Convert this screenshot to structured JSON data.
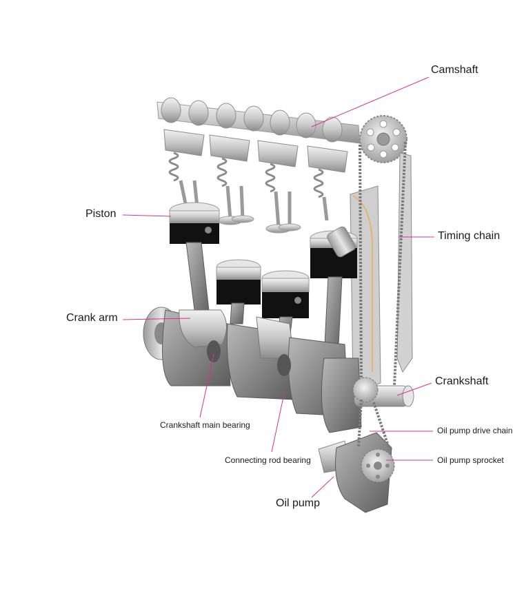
{
  "colors": {
    "leader": "#d6338a",
    "metal_light": "#dcdcdc",
    "metal_mid": "#a9a9a9",
    "metal_dark": "#6f6f6f",
    "piston_band": "#111111"
  },
  "labels": {
    "camshaft": "Camshaft",
    "piston": "Piston",
    "timing_chain": "Timing chain",
    "crank_arm": "Crank arm",
    "crankshaft": "Crankshaft",
    "crankshaft_main_bearing": "Crankshaft main bearing",
    "oil_pump_drive_chain": "Oil pump drive chain",
    "connecting_rod_bearing": "Connecting rod bearing",
    "oil_pump_sprocket": "Oil pump sprocket",
    "oil_pump": "Oil pump"
  }
}
